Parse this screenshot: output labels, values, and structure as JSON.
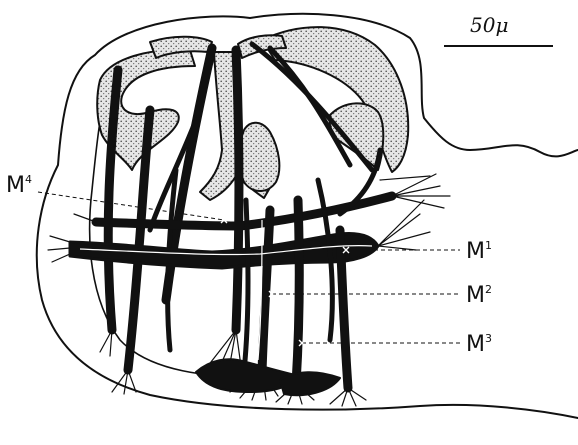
{
  "scale_bar": {
    "label": "50",
    "unit": "μ"
  },
  "labels": [
    {
      "id": "M4-left",
      "base": "M",
      "superscript": "4"
    },
    {
      "id": "M1",
      "base": "M",
      "superscript": "1"
    },
    {
      "id": "M2",
      "base": "M",
      "superscript": "2"
    },
    {
      "id": "M3",
      "base": "M",
      "superscript": "3"
    }
  ]
}
